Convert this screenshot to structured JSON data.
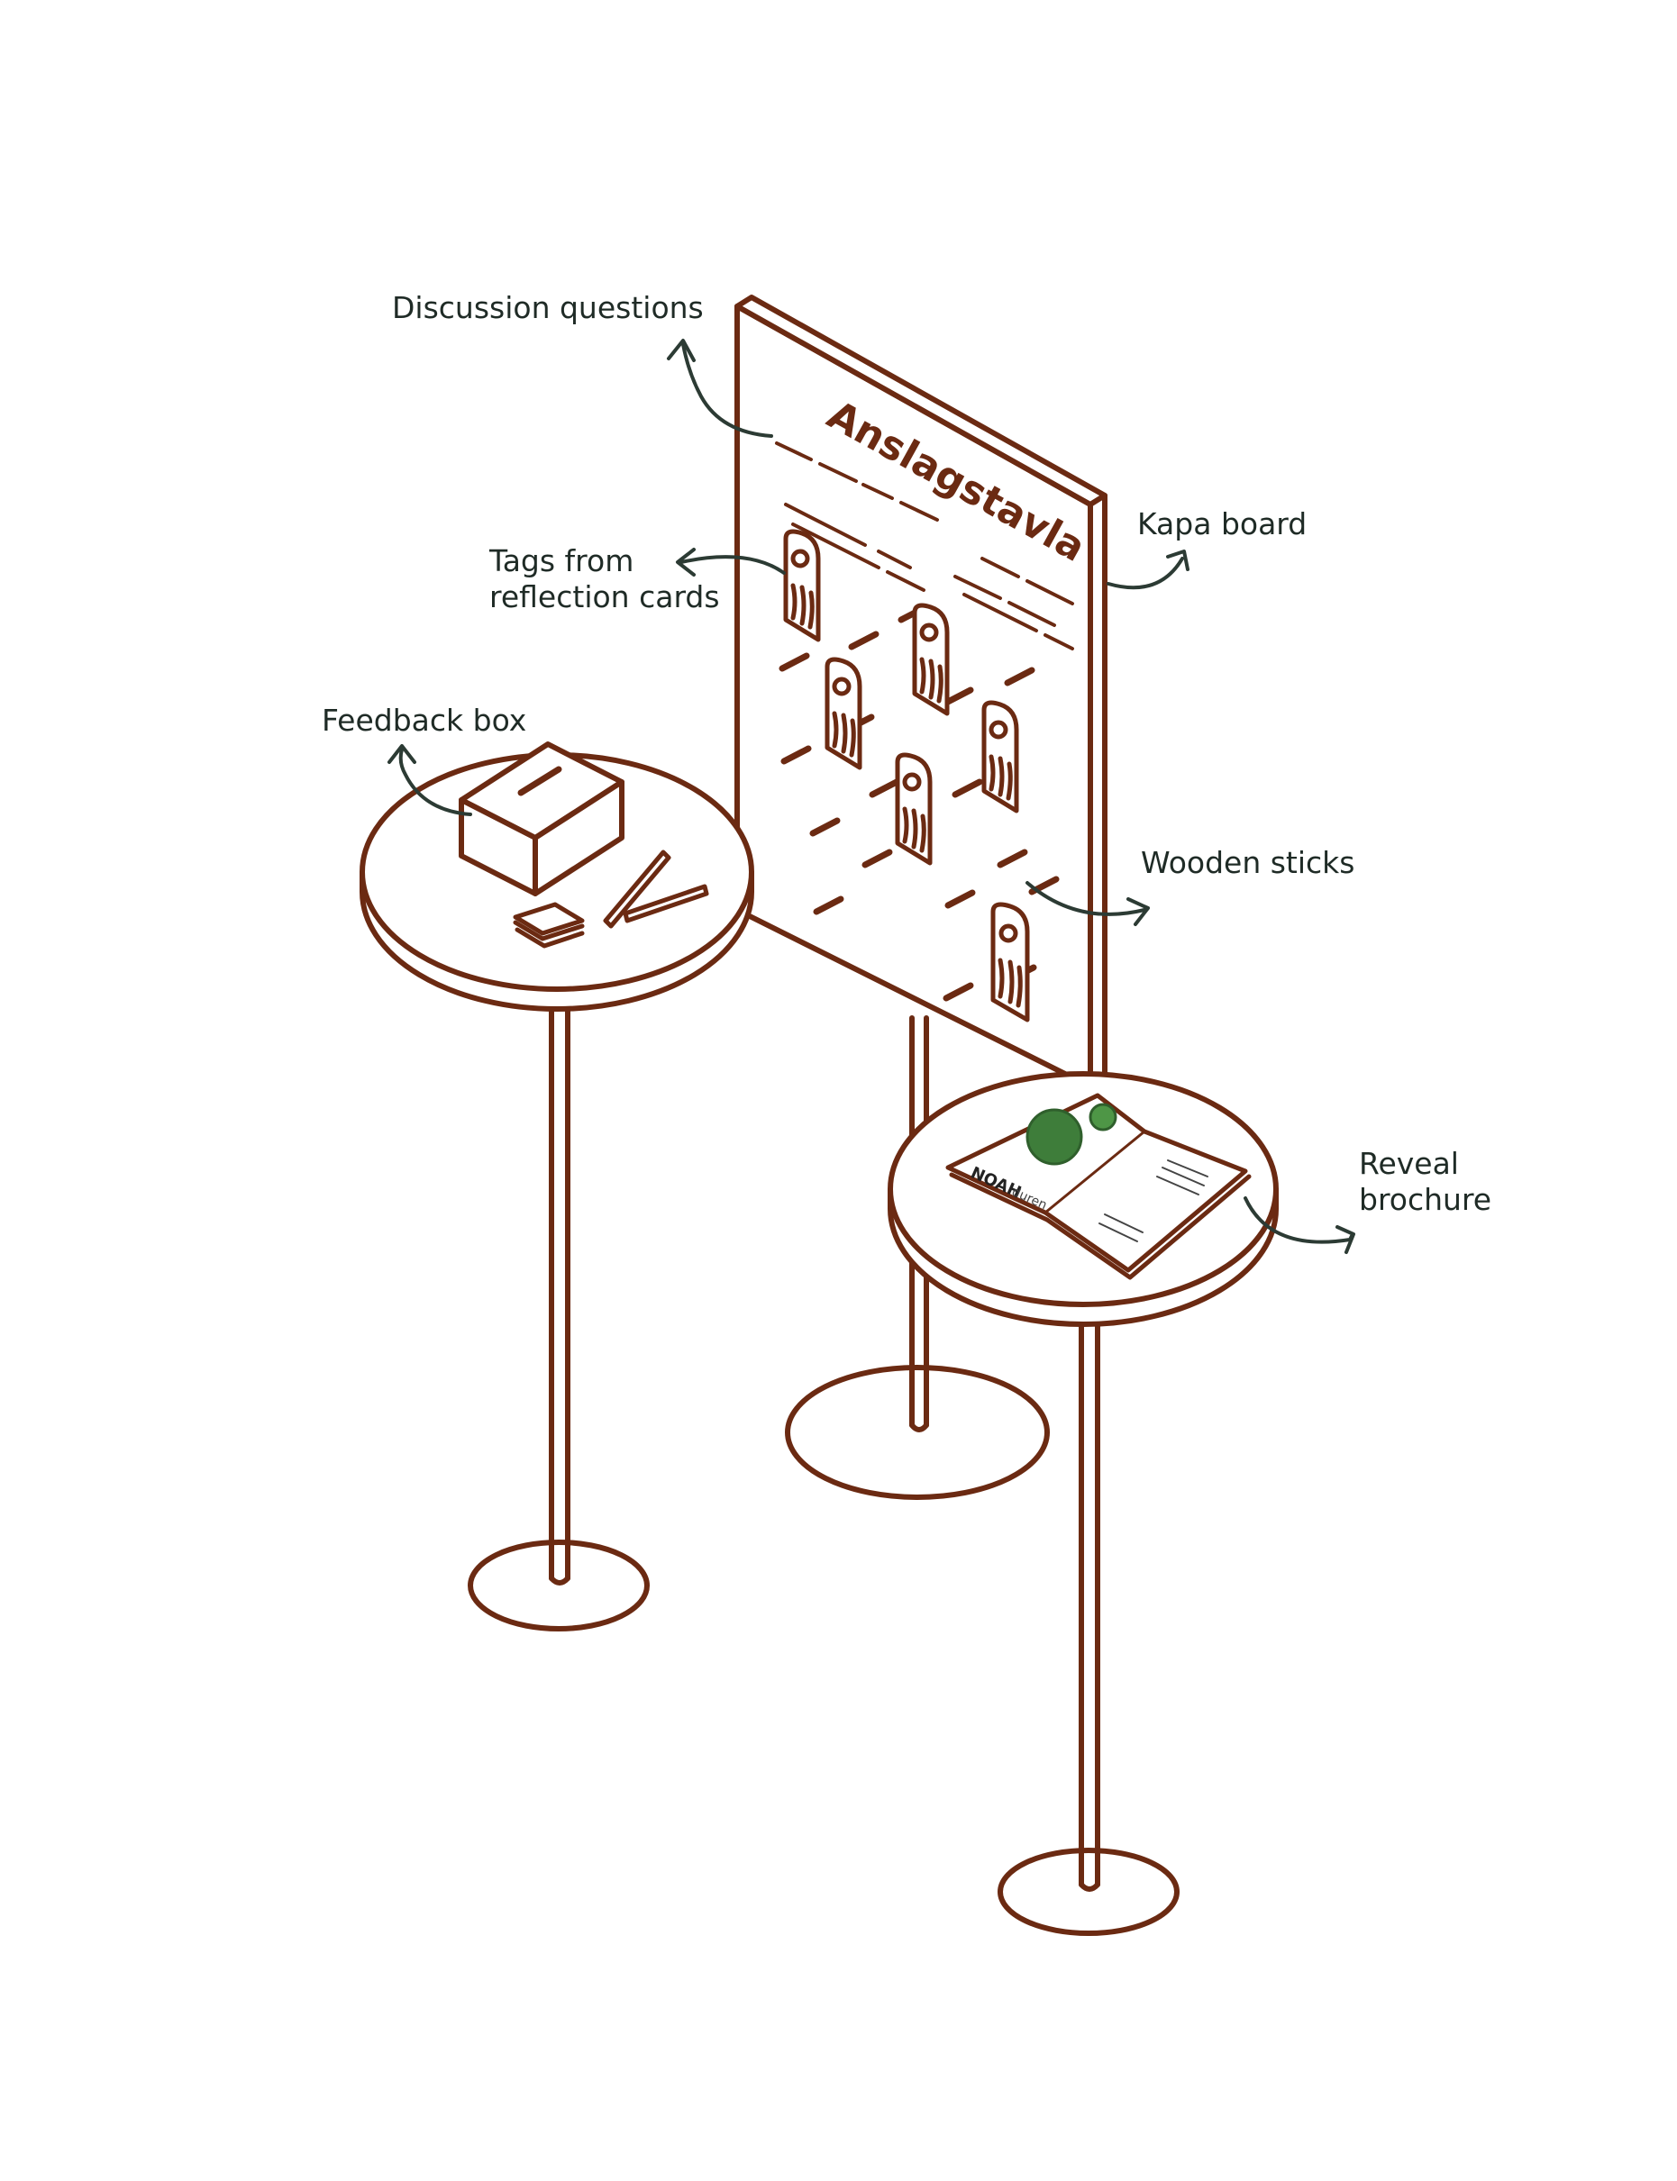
{
  "board": {
    "title": "Anslagstavla"
  },
  "brochure": {
    "cover_word": "NOAH",
    "cover_word_2": "duren"
  },
  "labels": {
    "discussion_questions": "Discussion questions",
    "kapa_board": "Kapa board",
    "tags_line1": "Tags from",
    "tags_line2": "reflection cards",
    "feedback_box": "Feedback box",
    "wooden_sticks": "Wooden sticks",
    "reveal_line1": "Reveal",
    "reveal_line2": "brochure"
  },
  "colors": {
    "ink": "#6b2a12",
    "label": "#1f2b26",
    "arrow": "#2c3b34",
    "brochure_green": "#3e7d3a"
  }
}
